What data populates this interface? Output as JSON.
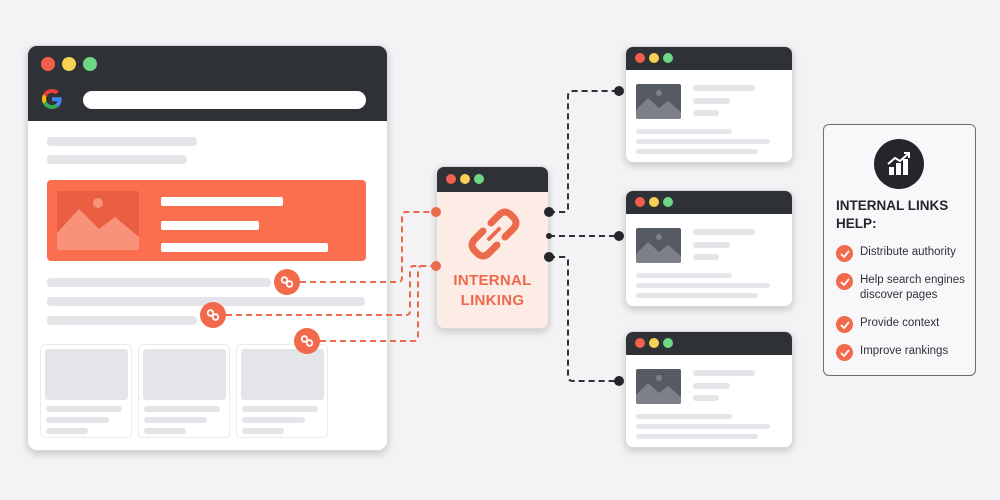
{
  "diagram": {
    "hub": {
      "title_line1": "INTERNAL",
      "title_line2": "LINKING",
      "icon": "chain-link-icon"
    },
    "source_page": {
      "browser": "Google",
      "icon": "google-logo-icon",
      "link_badges": 3,
      "cards": 3
    },
    "target_pages": [
      {
        "name": "page-1"
      },
      {
        "name": "page-2"
      },
      {
        "name": "page-3"
      }
    ],
    "panel": {
      "icon": "growth-chart-icon",
      "title_line1": "INTERNAL LINKS",
      "title_line2": "HELP:",
      "items": [
        {
          "label": "Distribute authority"
        },
        {
          "label": "Help search engines discover pages"
        },
        {
          "label": "Provide context"
        },
        {
          "label": "Improve rankings"
        }
      ]
    },
    "colors": {
      "accent": "#f26a4b",
      "dark": "#2e3136",
      "background": "#f3f3f5",
      "hub_fill": "#fdebe6",
      "traffic_red": "#f25f4c",
      "traffic_yellow": "#f7c948",
      "traffic_green": "#5fd37a"
    }
  }
}
